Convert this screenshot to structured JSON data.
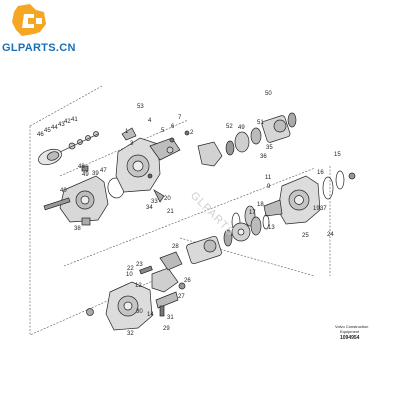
{
  "brand": {
    "logo_text": "GLPARTS.CN",
    "accent": "#f5a623",
    "text_color": "#1a6fb5"
  },
  "watermark": "GLPARTS",
  "footer": {
    "line1": "Volvo Construction",
    "line2": "Equipment",
    "code": "1094954"
  },
  "callouts": [
    "46",
    "45",
    "44",
    "43",
    "42",
    "41",
    "48",
    "49",
    "39",
    "47",
    "40",
    "38",
    "53",
    "4",
    "7",
    "6",
    "5",
    "1",
    "3",
    "2",
    "52",
    "49",
    "50",
    "51",
    "35",
    "36",
    "33",
    "34",
    "20",
    "21",
    "23",
    "22",
    "10",
    "12",
    "11",
    "9",
    "16",
    "15",
    "17",
    "18",
    "13",
    "37",
    "19",
    "25",
    "24",
    "26",
    "27",
    "31",
    "30",
    "29",
    "28",
    "32",
    "14"
  ]
}
